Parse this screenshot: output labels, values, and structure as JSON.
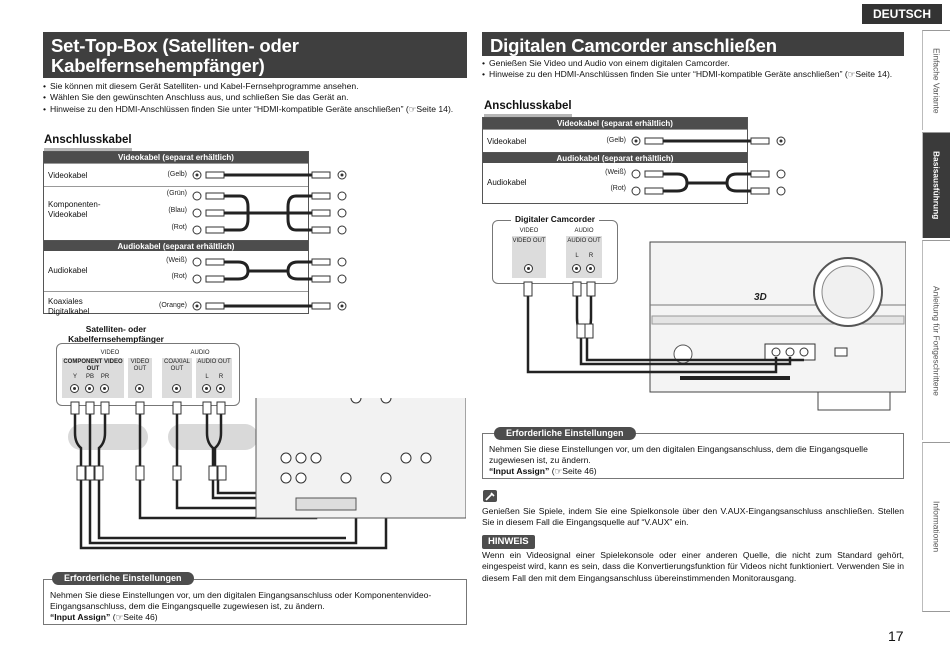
{
  "language_tab": "DEUTSCH",
  "page_number": "17",
  "side_tabs": [
    "Einfache Variante",
    "Basisausführung",
    "Anleitung für Fortgeschrittene",
    "Informationen"
  ],
  "left": {
    "title_line1": "Set-Top-Box (Satelliten- oder Kabelfernsehempfänger)",
    "title_line2": "anschließen",
    "bullets": [
      "Sie können mit diesem Gerät Satelliten- und Kabel-Fernsehprogramme ansehen.",
      "Wählen Sie den gewünschten Anschluss aus, und schließen Sie das Gerät an.",
      "Hinweise zu den HDMI-Anschlüssen finden Sie unter “HDMI-kompatible Geräte anschließen” (☞Seite 14)."
    ],
    "section_title": "Anschlusskabel",
    "video_header": "Videokabel (separat erhältlich)",
    "audio_header": "Audiokabel (separat erhältlich)",
    "rows": {
      "videokabel": "Videokabel",
      "gelb": "(Gelb)",
      "komponenten": "Komponenten-Videokabel",
      "gruen": "(Grün)",
      "blau": "(Blau)",
      "rot": "(Rot)",
      "audiokabel": "Audiokabel",
      "weiss": "(Weiß)",
      "rot2": "(Rot)",
      "koax": "Koaxiales Digitalkabel",
      "orange": "(Orange)"
    },
    "device_title": "Satelliten- oder Kabelfernsehempfänger",
    "device_labels": {
      "video": "VIDEO",
      "audio": "AUDIO",
      "component_video_out": "COMPONENT VIDEO OUT",
      "y": "Y",
      "pb": "PB",
      "pr": "PR",
      "video_out": "VIDEO OUT",
      "coaxial_out": "COAXIAL OUT",
      "audio_out": "AUDIO OUT",
      "l": "L",
      "r": "R"
    },
    "note_title": "Erforderliche Einstellungen",
    "note_text": "Nehmen Sie diese Einstellungen vor, um den digitalen Eingangsanschluss oder Komponentenvideo-Eingangsanschluss, dem die Eingangsquelle zugewiesen ist, zu ändern.",
    "note_ref_bold": "“Input Assign”",
    "note_ref": "(☞Seite 46)"
  },
  "right": {
    "title": "Digitalen Camcorder anschließen",
    "bullets": [
      "Genießen Sie Video und Audio von einem digitalen Camcorder.",
      "Hinweise zu den HDMI-Anschlüssen finden Sie unter “HDMI-kompatible Geräte anschließen” (☞Seite 14)."
    ],
    "section_title": "Anschlusskabel",
    "video_header": "Videokabel (separat erhältlich)",
    "audio_header": "Audiokabel (separat erhältlich)",
    "rows": {
      "videokabel": "Videokabel",
      "gelb": "(Gelb)",
      "audiokabel": "Audiokabel",
      "weiss": "(Weiß)",
      "rot": "(Rot)"
    },
    "device_title": "Digitaler Camcorder",
    "device_labels": {
      "video": "VIDEO",
      "audio": "AUDIO",
      "video_out": "VIDEO OUT",
      "audio_out": "AUDIO OUT",
      "l": "L",
      "r": "R"
    },
    "receiver_badge": "3D",
    "note_title": "Erforderliche Einstellungen",
    "note_text": "Nehmen Sie diese Einstellungen vor, um den digitalen Eingangsanschluss, dem die Eingangsquelle zugewiesen ist, zu ändern.",
    "note_ref_bold": "“Input Assign”",
    "note_ref": "(☞Seite 46)",
    "tip_text": "Genießen Sie Spiele, indem Sie eine Spielkonsole über den V.AUX-Eingangsanschluss anschließen. Stellen Sie in diesem Fall die Eingangsquelle auf “V.AUX” ein.",
    "hinweis_title": "HINWEIS",
    "hinweis_text": "Wenn ein Videosignal einer Spielekonsole oder einer anderen Quelle, die nicht zum Standard gehört, eingespeist wird, kann es sein, dass die Konvertierungsfunktion für Videos nicht funktioniert. Verwenden Sie in diesem Fall den mit dem Eingangsanschluss übereinstimmenden Monitorausgang."
  }
}
